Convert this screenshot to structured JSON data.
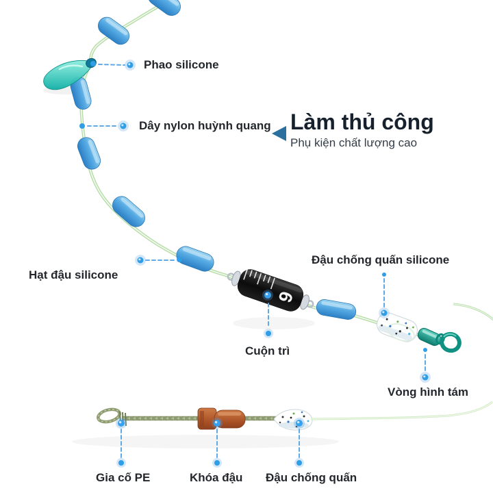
{
  "heading": {
    "title": "Làm thủ công",
    "subtitle": "Phụ kiện chất lượng cao"
  },
  "callouts": {
    "float": "Phao silicone",
    "line": "Dây nylon huỳnh quang",
    "bean": "Hạt đậu silicone",
    "anti_tangle_silicone": "Đậu chống quấn silicone",
    "weight": "Cuộn trì",
    "figure_eight_ring": "Vòng hình tám",
    "pe": "Gia cố PE",
    "lock": "Khóa đậu",
    "anti_tangle": "Đậu chống quấn"
  },
  "weight_marking": "6",
  "colors": {
    "bead_blue": "#4aa0dd",
    "float_teal": "#2fc4ba",
    "line_green": "#cdeac2",
    "braid_olive": "#8d9a72",
    "swivel_teal": "#12897c",
    "stopper_brown": "#b05a2f",
    "pointer_blue": "#5fa9e8",
    "arrow_blue": "#2b6f9e",
    "weight_black": "#151515"
  }
}
